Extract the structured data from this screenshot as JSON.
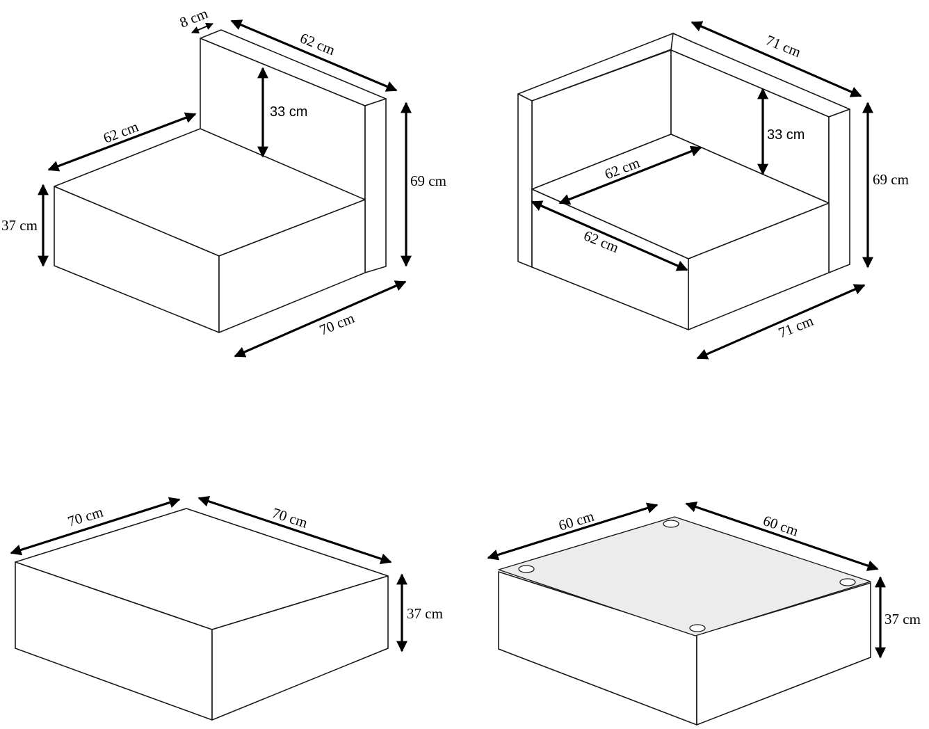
{
  "modules": {
    "middle_seat": {
      "depth_top": "8 cm",
      "back_width": "62 cm",
      "backrest_height": "33 cm",
      "seat_depth": "62 cm",
      "total_height": "69 cm",
      "seat_height": "37 cm",
      "width": "70 cm"
    },
    "corner_seat": {
      "back_width": "71 cm",
      "backrest_height": "33 cm",
      "seat_depth_a": "62 cm",
      "seat_depth_b": "62 cm",
      "total_height": "69 cm",
      "width": "71 cm"
    },
    "ottoman": {
      "width_a": "70 cm",
      "width_b": "70 cm",
      "height": "37 cm"
    },
    "table": {
      "width_a": "60 cm",
      "width_b": "60 cm",
      "height": "37 cm"
    }
  },
  "colors": {
    "line": "#1a1a1a",
    "arrow": "#000000",
    "glass_top": "#ececec",
    "background": "#ffffff"
  }
}
